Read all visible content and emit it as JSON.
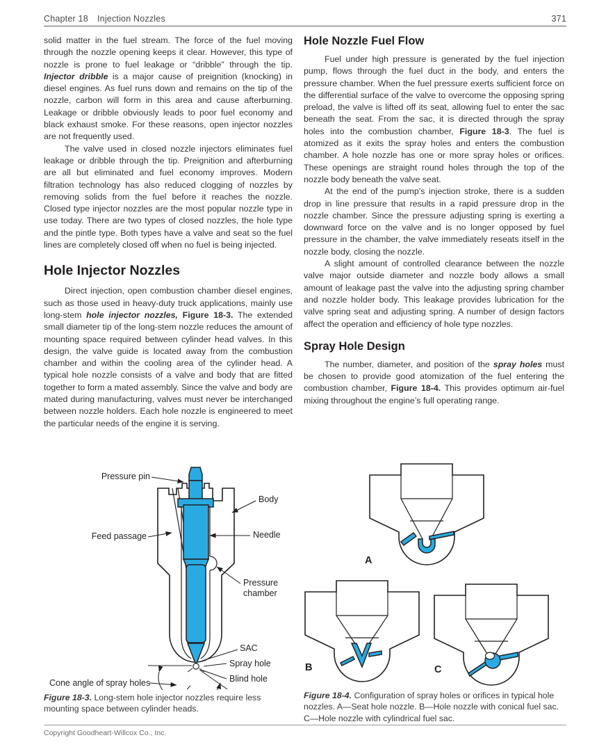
{
  "header": {
    "chapter": "Chapter 18",
    "title": "Injection Nozzles",
    "page_number": "371"
  },
  "footer": {
    "copyright": "Copyright Goodheart-Willcox Co., Inc."
  },
  "colors": {
    "diagram_blue": "#29ABE2",
    "line": "#231F20"
  },
  "left_column": {
    "para1": {
      "runs": [
        {
          "t": "solid matter in the fuel stream. The force of the fuel moving through the nozzle opening keeps it clear. However, this type of nozzle is prone to fuel leakage or “dribble” through the tip. "
        },
        {
          "t": "Injector dribble",
          "s": "bi"
        },
        {
          "t": " is a major cause of preignition (knocking) in diesel engines. As fuel runs down and remains on the tip of the nozzle, carbon will form in this area and cause afterburning. Leakage or dribble obviously leads to poor fuel economy and black exhaust smoke. For these reasons, open injector nozzles are not frequently used."
        }
      ]
    },
    "para2": {
      "runs": [
        {
          "t": "The valve used in closed nozzle injectors eliminates fuel leakage or dribble through the tip. Preignition and afterburning are all but eliminated and fuel economy improves. Modern filtration technology has also reduced clogging of nozzles by removing solids from the fuel before it reaches the nozzle. Closed type injector nozzles are the most popular nozzle type in use today. There are two types of closed nozzles, the hole type and the pintle type. Both types have a valve and seat so the fuel lines are completely closed off when no fuel is being injected."
        }
      ]
    },
    "heading": "Hole Injector Nozzles",
    "para3": {
      "runs": [
        {
          "t": "Direct injection, open combustion chamber diesel engines, such as those used in heavy-duty truck applications, mainly use long-stem "
        },
        {
          "t": "hole injector nozzles,",
          "s": "bi"
        },
        {
          "t": " "
        },
        {
          "t": "Figure 18-3.",
          "s": "b"
        },
        {
          "t": " The extended small diameter tip of the long-stem nozzle reduces the amount of mounting space required between cylinder head valves. In this design, the valve guide is located away from the combustion chamber and within the cooling area of the cylinder head. A typical hole nozzle consists of a valve and body that are fitted together to form a mated assembly. Since the valve and body are mated during manufacturing, valves must never be interchanged between nozzle holders. Each hole nozzle is engineered to meet the particular needs of the engine it is serving."
        }
      ]
    },
    "figure3": {
      "labels": {
        "pressure_pin": "Pressure pin",
        "body": "Body",
        "feed_passage": "Feed passage",
        "needle": "Needle",
        "pressure_chamber": "Pressure chamber",
        "sac": "SAC",
        "spray_hole": "Spray hole",
        "blind_hole": "Blind hole",
        "cone_angle": "Cone angle of spray holes"
      },
      "caption": {
        "runs": [
          {
            "t": "Figure 18-3.",
            "s": "bi"
          },
          {
            "t": " Long-stem hole injector nozzles require less mounting space between cylinder heads."
          }
        ]
      }
    }
  },
  "right_column": {
    "heading_fuel_flow": "Hole Nozzle Fuel Flow",
    "para1": {
      "runs": [
        {
          "t": "Fuel under high pressure is generated by the fuel injection pump, flows through the fuel duct in the body, and enters the pressure chamber. When the fuel pressure exerts sufficient force on the differential surface of the valve to overcome the opposing spring preload, the valve is lifted off its seat, allowing fuel to enter the sac beneath the seat. From the sac, it is directed through the spray holes into the combustion chamber, "
        },
        {
          "t": "Figure 18-3",
          "s": "b"
        },
        {
          "t": ". The fuel is atomized as it exits the spray holes and enters the combustion chamber. A hole nozzle has one or more spray holes or orifices. These openings are straight round holes through the top of the nozzle body beneath the valve seat."
        }
      ]
    },
    "para2": {
      "runs": [
        {
          "t": "At the end of the pump’s injection stroke, there is a sudden drop in line pressure that results in a rapid pressure drop in the nozzle chamber. Since the pressure adjusting spring is exerting a downward force on the valve and is no longer opposed by fuel pressure in the chamber, the valve immediately reseats itself in the nozzle body, closing the nozzle."
        }
      ]
    },
    "para3": {
      "runs": [
        {
          "t": "A slight amount of controlled clearance between the nozzle valve major outside diameter and nozzle body allows a small amount of leakage past the valve into the adjusting spring chamber and nozzle holder body. This leakage provides lubrication for the valve spring seat and adjusting spring. A number of design factors affect the operation and efficiency of hole type nozzles."
        }
      ]
    },
    "heading_spray_hole": "Spray Hole Design",
    "para4": {
      "runs": [
        {
          "t": "The number, diameter, and position of the "
        },
        {
          "t": "spray holes",
          "s": "bi"
        },
        {
          "t": " must be chosen to provide good atomization of the fuel entering the combustion chamber, "
        },
        {
          "t": "Figure 18-4.",
          "s": "b"
        },
        {
          "t": " This provides optimum air-fuel mixing throughout the engine’s full operating range."
        }
      ]
    },
    "figure4": {
      "labels": {
        "a": "A",
        "b": "B",
        "c": "C"
      },
      "caption": {
        "runs": [
          {
            "t": "Figure 18-4.",
            "s": "bi"
          },
          {
            "t": " Configuration of spray holes or orifices in typical hole nozzles. A—Seat hole nozzle. B—Hole nozzle with conical fuel sac. C—Hole nozzle with cylindrical fuel sac."
          }
        ]
      }
    }
  }
}
